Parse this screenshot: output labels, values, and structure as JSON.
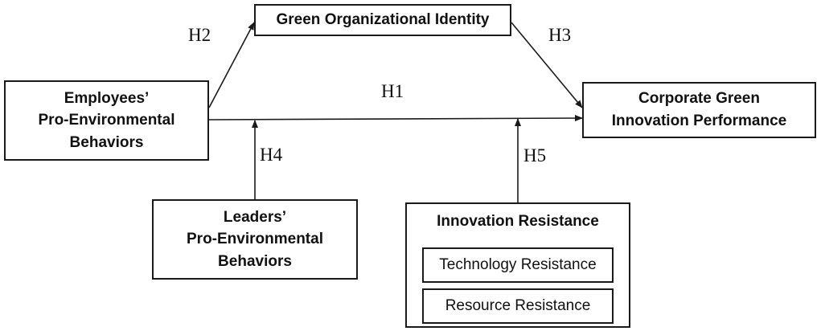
{
  "nodes": {
    "green_identity": {
      "label": "Green Organizational Identity"
    },
    "employees": {
      "lines": [
        "Employees’",
        "Pro-Environmental",
        "Behaviors"
      ]
    },
    "corporate": {
      "lines": [
        "Corporate Green",
        "Innovation Performance"
      ]
    },
    "leaders": {
      "lines": [
        "Leaders’",
        "Pro-Environmental",
        "Behaviors"
      ]
    },
    "innovation_resistance": {
      "title": "Innovation Resistance",
      "components": [
        "Technology Resistance",
        "Resource Resistance"
      ]
    }
  },
  "hypotheses": {
    "h1": "H1",
    "h2": "H2",
    "h3": "H3",
    "h4": "H4",
    "h5": "H5"
  },
  "colors": {
    "line": "#1a1a1a",
    "text": "#111111",
    "background": "#ffffff"
  }
}
